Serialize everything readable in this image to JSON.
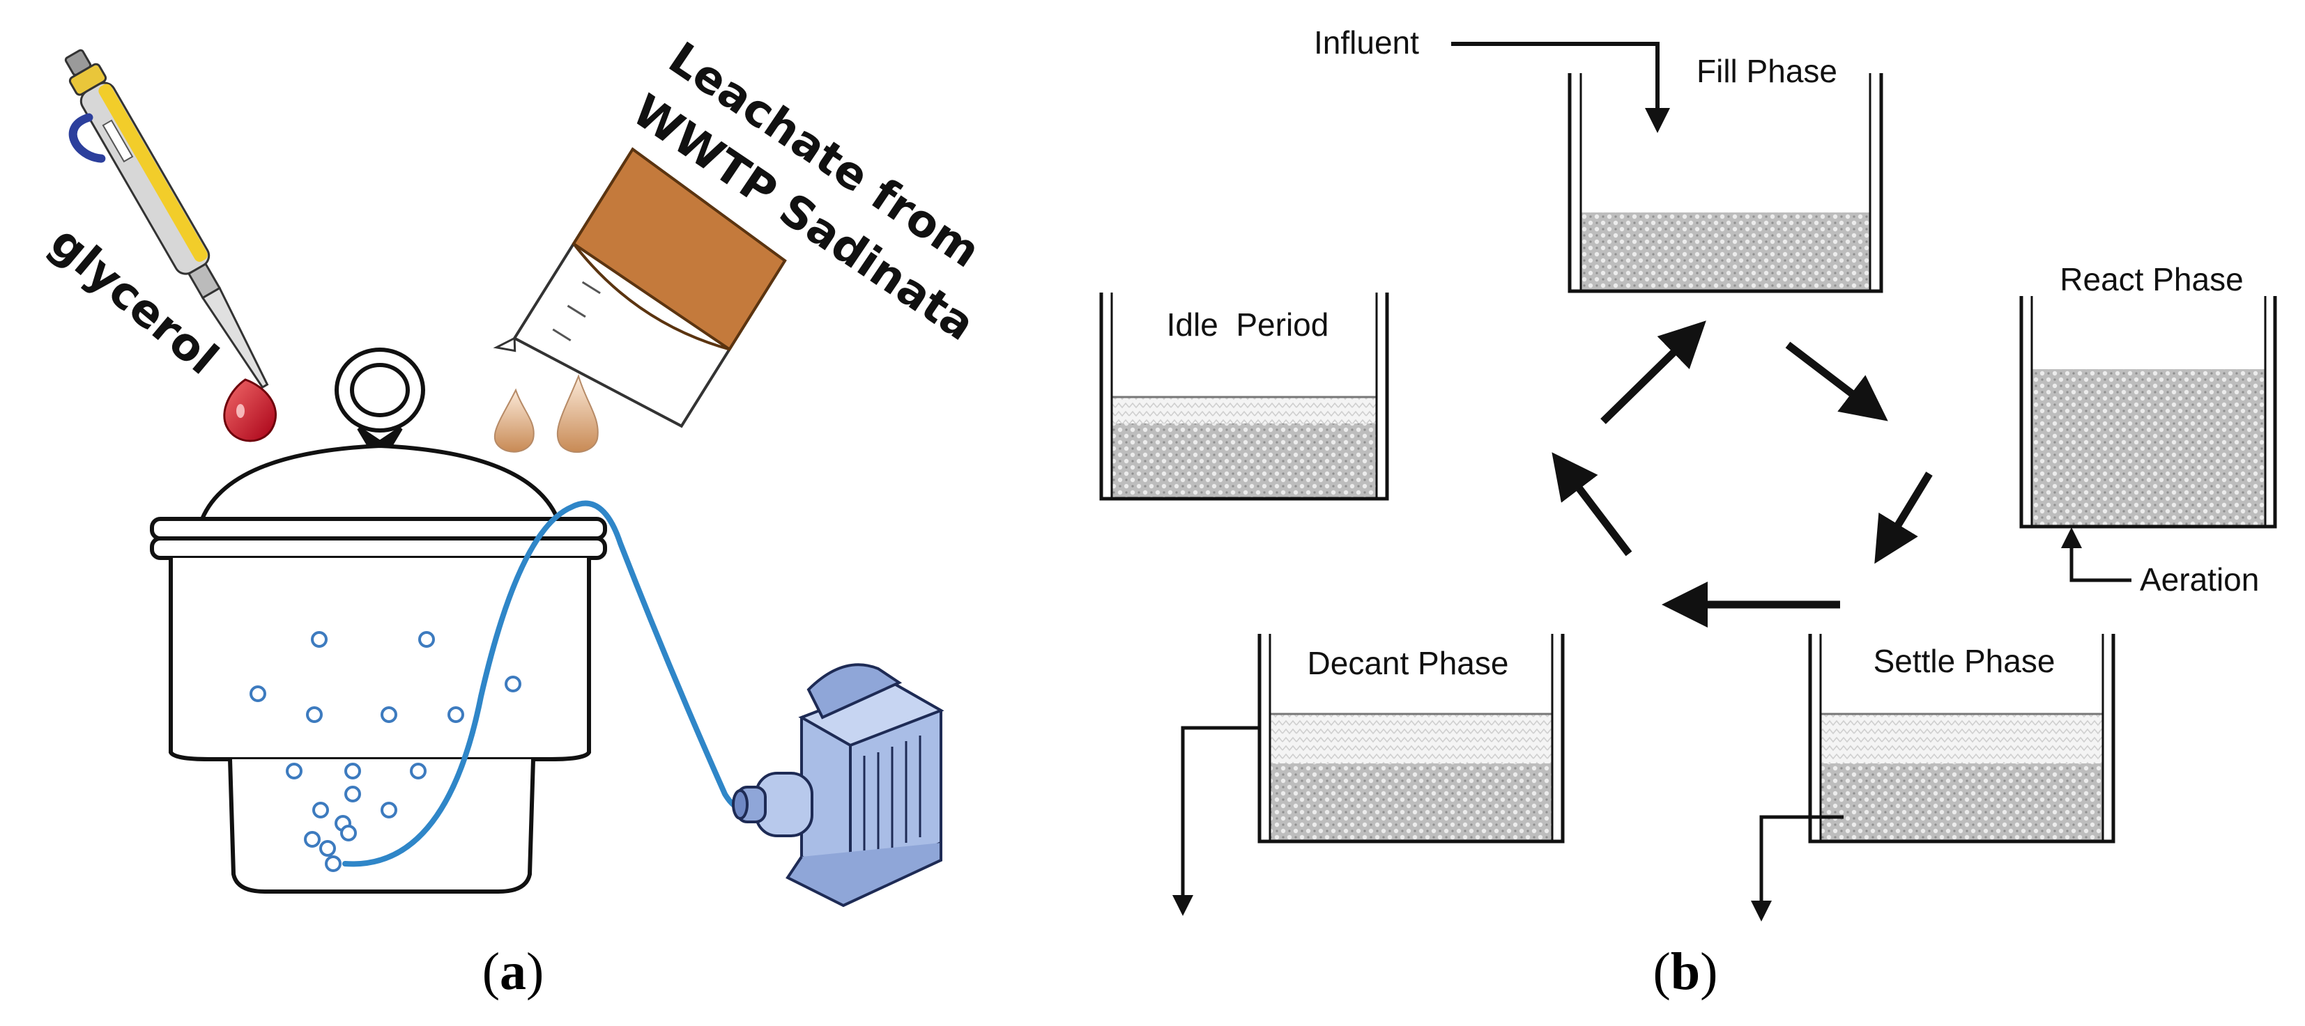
{
  "panel_a": {
    "labels": {
      "glycerol": "glycerol",
      "leachate_line1": "Leachate from",
      "leachate_line2": "WWTP Sadinata"
    },
    "caption": {
      "open": "(",
      "letter": "a",
      "close": ")"
    }
  },
  "panel_b": {
    "labels": {
      "influent": "Influent",
      "fill": "Fill Phase",
      "react": "React Phase",
      "aeration": "Aeration",
      "settle": "Settle Phase",
      "decant": "Decant Phase",
      "idle": "Idle  Period"
    },
    "caption": {
      "open": "(",
      "letter": "b",
      "close": ")"
    }
  },
  "colors": {
    "tube": "#2f86c8",
    "glycerol_drop": "#c8102e",
    "leachate": "#c47a3c",
    "pump": "#a9bde6",
    "bubble": "#3d7bbf"
  },
  "icons": [
    "pipette-icon",
    "beaker-icon",
    "desiccator-icon",
    "air-pump-icon"
  ]
}
